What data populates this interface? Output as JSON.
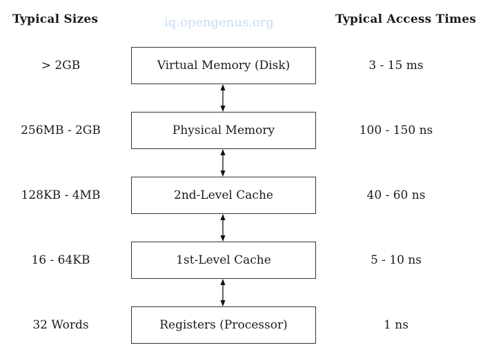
{
  "headers": {
    "sizes": "Typical Sizes",
    "times": "Typical Access Times"
  },
  "watermark": "iq.opengenus.org",
  "levels": [
    {
      "size": "> 2GB",
      "name": "Virtual Memory (Disk)",
      "time": "3 - 15 ms"
    },
    {
      "size": "256MB - 2GB",
      "name": "Physical Memory",
      "time": "100 - 150 ns"
    },
    {
      "size": "128KB - 4MB",
      "name": "2nd-Level Cache",
      "time": "40 - 60 ns"
    },
    {
      "size": "16 - 64KB",
      "name": "1st-Level Cache",
      "time": "5 - 10 ns"
    },
    {
      "size": "32 Words",
      "name": "Registers (Processor)",
      "time": "1 ns"
    }
  ]
}
